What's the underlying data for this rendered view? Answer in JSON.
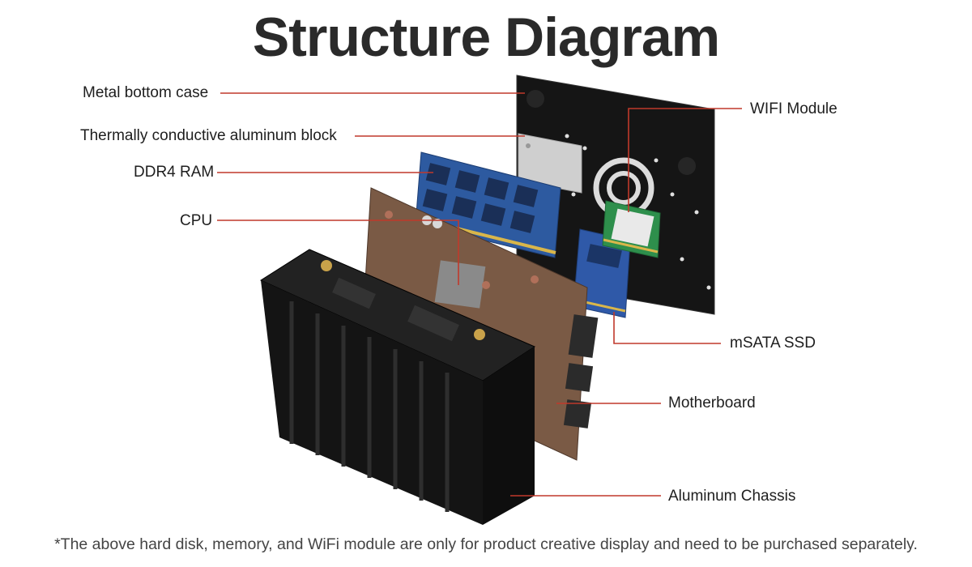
{
  "title": "Structure Diagram",
  "labels": {
    "metal_bottom_case": "Metal bottom case",
    "thermal_block": "Thermally conductive aluminum block",
    "ddr4_ram": "DDR4 RAM",
    "cpu": "CPU",
    "wifi_module": "WIFI Module",
    "msata_ssd": "mSATA SSD",
    "motherboard": "Motherboard",
    "aluminum_chassis": "Aluminum Chassis"
  },
  "footnote": "*The above hard disk, memory, and WiFi module are only for product creative display and need to be purchased separately.",
  "colors": {
    "leader_line": "#c0392b",
    "case_black": "#151515",
    "pcb_brown": "#7a5a45",
    "ram_blue": "#2d5aa0",
    "ssd_blue": "#2f59a8",
    "wifi_green": "#2e8f4c",
    "aluminum_block": "#cfcfcf"
  }
}
